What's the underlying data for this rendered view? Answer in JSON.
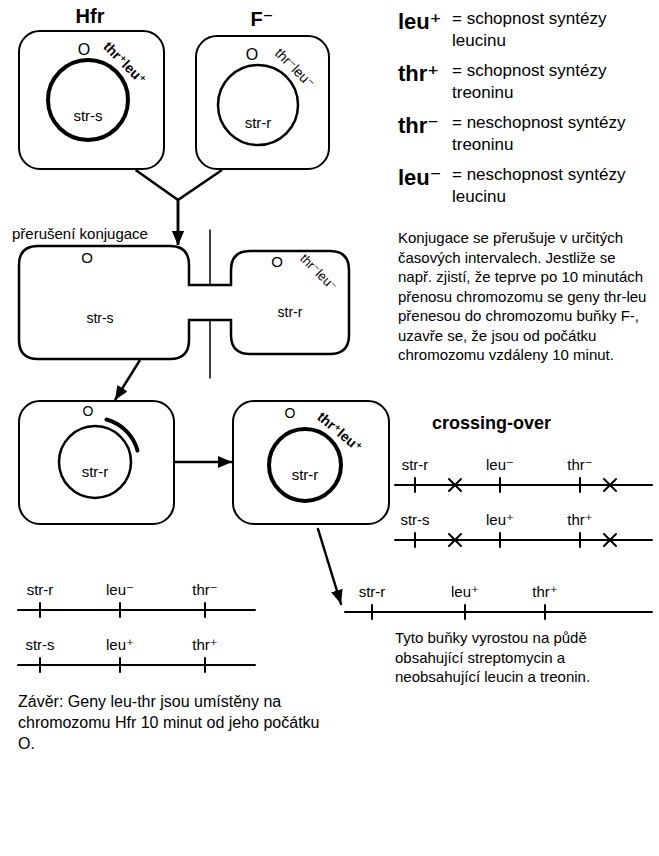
{
  "diagram": {
    "nodes": [
      {
        "text": [
          "Hfr",
          "O",
          "thr⁺leu⁺",
          "str-s"
        ]
      },
      {
        "text": [
          "F⁻",
          "O",
          "thr⁻leu⁻",
          "str-r"
        ]
      },
      {
        "text": [
          "O",
          "str-s",
          "O",
          "thr⁻leu⁻",
          "str-r"
        ]
      },
      {
        "text": [
          "O",
          "str-r"
        ]
      },
      {
        "text": [
          "O",
          "thr⁺leu⁺",
          "str-r"
        ]
      }
    ],
    "edges": [
      {
        "from": 0,
        "to": 2,
        "arrow": "to"
      },
      {
        "from": 1,
        "to": 2,
        "arrow": "to"
      },
      {
        "from": 2,
        "to": 3,
        "arrow": "to"
      },
      {
        "from": 3,
        "to": 4,
        "arrow": "to"
      }
    ],
    "labels": [
      "leu⁺",
      "= schopnost syntézy leucinu",
      "thr⁺",
      "= schopnost syntézy treoninu",
      "thr⁻",
      "= neschopnost syntézy treoninu",
      "leu⁻",
      "= neschopnost syntézy leucinu",
      "přerušení konjugace",
      "Konjugace se přerušuje v určitých časových intervalech. Jestliže se např. zjistí, že teprve po 10 minutách přenosu chromozomu se geny thr-leu přenesou do chromozomu buňky F-, uzavře se, že jsou od počátku chromozomu vzdáleny 10 minut.",
      "crossing-over",
      "str-r",
      "leu⁻",
      "thr⁻",
      "str-s",
      "leu⁺",
      "thr⁺",
      "str-r",
      "leu⁻",
      "thr⁻",
      "str-s",
      "leu⁺",
      "thr⁺",
      "str-r",
      "leu⁺",
      "thr⁺",
      "Tyto buňky vyrostou na půdě obsahující streptomycin a neobsahující leucin a treonin.",
      "Závěr: Geny leu-thr jsou umístěny na chromozomu Hfr 10 minut od jeho počátku O."
    ]
  }
}
